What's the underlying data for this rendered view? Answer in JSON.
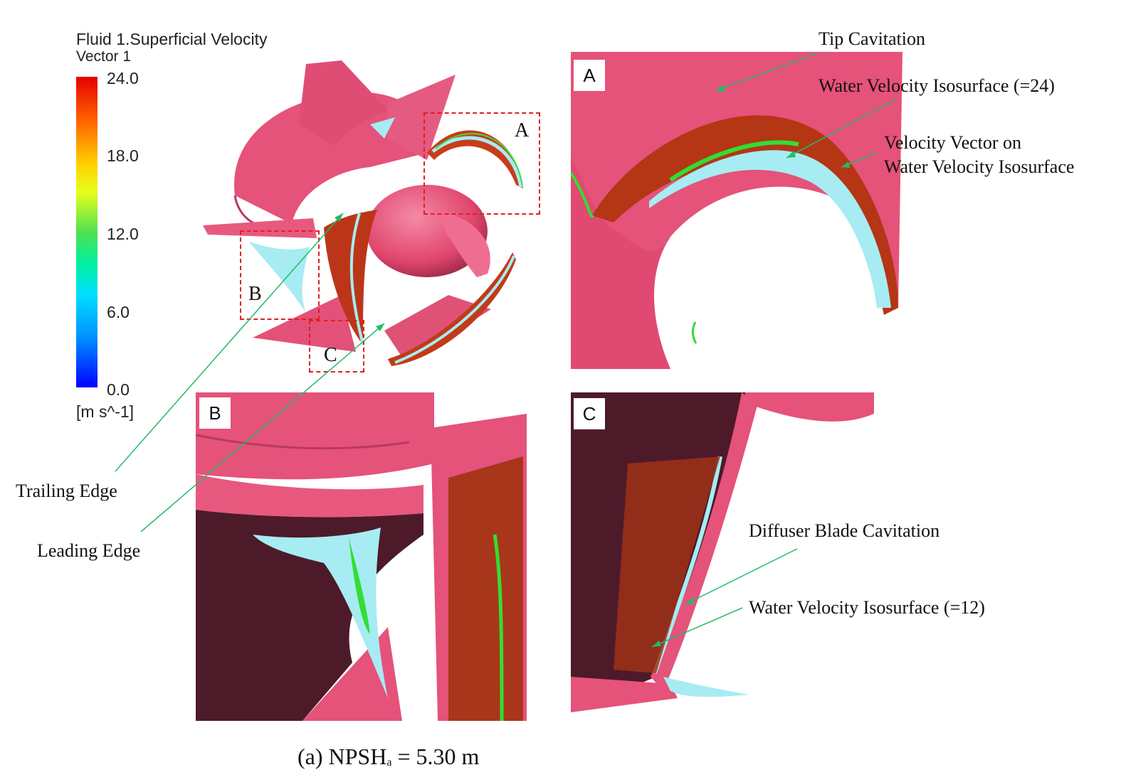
{
  "legend": {
    "title": "Fluid 1.Superficial Velocity",
    "subtitle": "Vector 1",
    "ticks": [
      "24.0",
      "18.0",
      "12.0",
      "6.0",
      "0.0"
    ],
    "unit": "[m s^-1]",
    "colors": [
      "#e60000",
      "#ff6a00",
      "#ffd000",
      "#50e050",
      "#00e0ff",
      "#0090ff",
      "#0000ff"
    ]
  },
  "overview": {
    "box_labels": [
      "A",
      "B",
      "C"
    ]
  },
  "annotations": {
    "tip_cavitation": "Tip Cavitation",
    "water_iso_24": "Water Velocity Isosurface (=24)",
    "vector_on_iso_1": "Velocity Vector on",
    "vector_on_iso_2": "Water Velocity Isosurface",
    "trailing_edge": "Trailing Edge",
    "leading_edge": "Leading Edge",
    "diffuser_cavitation": "Diffuser Blade Cavitation",
    "water_iso_12": "Water Velocity Isosurface (=12)"
  },
  "panels": {
    "a": "A",
    "b": "B",
    "c": "C"
  },
  "caption": {
    "prefix": "(a) NPSH",
    "subscript": "a",
    "suffix": " = 5.30 m"
  },
  "colors": {
    "surface": "#e8557a",
    "surface_dark": "#4d1a2a",
    "iso_cyan": "#a7ecf0",
    "iso_green": "#33dd33",
    "vector": "#b83a12",
    "box": "#e02020",
    "leader": "#22bb66"
  }
}
